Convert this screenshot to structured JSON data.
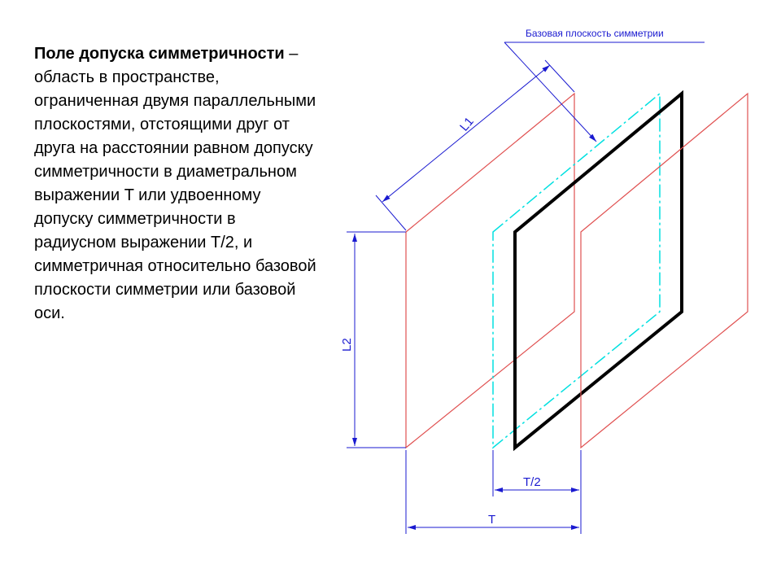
{
  "description": {
    "term": "Поле допуска симметричности",
    "body": " – область в пространстве, ограниченная двумя параллельными плоскостями, отстоящими друг от друга на расстоянии равном допуску симметричности в диаметральном выражении T или удвоенному допуску симметричности в радиусном выражении T/2, и симметричная относительно базовой плоскости симметрии или базовой оси."
  },
  "diagram": {
    "base_plane_label": "Базовая плоскость симметрии",
    "dim_l1": "L1",
    "dim_l2": "L2",
    "dim_t_half": "T/2",
    "dim_t": "T",
    "colors": {
      "tolerance_planes": "#e05050",
      "median_plane": "#00e0e0",
      "base_plane": "#000000",
      "dimensions": "#1a1ad0"
    }
  }
}
